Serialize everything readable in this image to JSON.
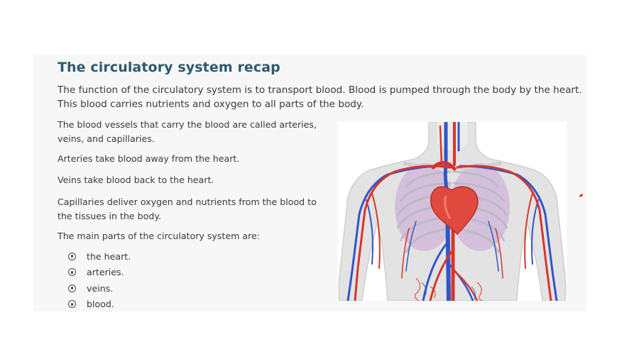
{
  "slide": {
    "title": "The circulatory system recap",
    "intro": "The function of the circulatory system is to transport blood. Blood is pumped through the body by the heart. This blood carries nutrients and oxygen to all parts of the body.",
    "paragraphs": [
      "The blood vessels that carry the blood are called arteries, veins, and capillaries.",
      "Arteries take blood away from the heart.",
      "Veins take blood back to the heart.",
      "Capillaries deliver oxygen and nutrients from the blood to the tissues in the body.",
      "The main parts of the circulatory system are:"
    ],
    "bullets": [
      "the heart.",
      "arteries.",
      "veins.",
      "blood."
    ],
    "bullet_icon": "circle-dot-icon"
  },
  "figure": {
    "icon": "circulatory-system-illustration",
    "colors": {
      "artery": "#d9342b",
      "vein": "#2f56c8",
      "heart": "#e04a3e",
      "lungs": "#b05fb8",
      "body": "#dedede"
    }
  },
  "colors": {
    "title": "#2d5a6b",
    "text": "#3a3a3a",
    "panel": "#f7f7f7"
  }
}
